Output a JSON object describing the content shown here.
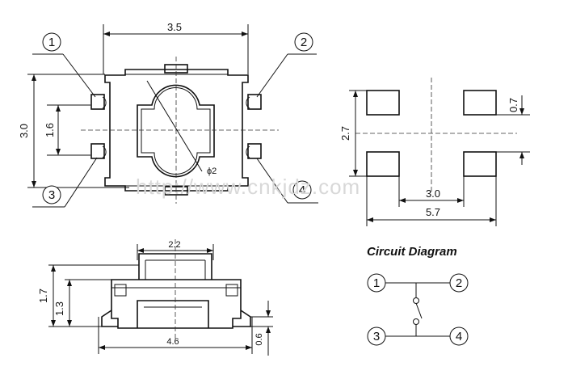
{
  "top_view": {
    "width_dim": "3.5",
    "height_dim": "3.0",
    "pin_pitch_dim": "1.6",
    "button_dia": "ϕ2"
  },
  "pins": [
    "1",
    "2",
    "3",
    "4"
  ],
  "footprint": {
    "pad_height_dim": "0.7",
    "pad_spacing_v": "2.7",
    "inner_span": "3.0",
    "outer_span": "5.7"
  },
  "side_view": {
    "top_width": "2.2",
    "total_height": "1.7",
    "body_height": "1.3",
    "overall_width": "4.6",
    "lead_height": "0.6"
  },
  "circuit": {
    "title": "Circuit Diagram",
    "pins": [
      "1",
      "2",
      "3",
      "4"
    ]
  },
  "watermark": "http://www.cnkjdz.com"
}
